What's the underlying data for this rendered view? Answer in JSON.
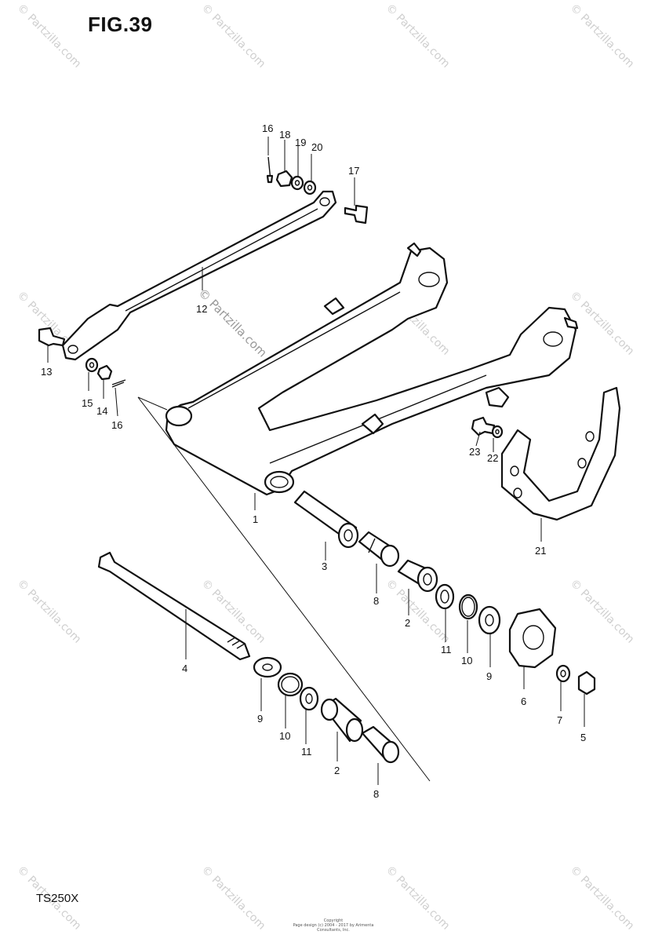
{
  "figure_title": "FIG.39",
  "model": "TS250X",
  "copyright_lines": [
    "Copyright",
    "Page design (c) 2004 - 2017 by Arimenta Consultants, Inc."
  ],
  "watermark": "© Partzilla.com",
  "center_watermark": "© Partzilla.com",
  "callouts": [
    "16",
    "18",
    "19",
    "20",
    "17",
    "12",
    "13",
    "15",
    "14",
    "16",
    "1",
    "3",
    "8",
    "2",
    "11",
    "10",
    "9",
    "6",
    "7",
    "5",
    "23",
    "22",
    "21",
    "4",
    "9",
    "10",
    "11",
    "2",
    "8"
  ]
}
